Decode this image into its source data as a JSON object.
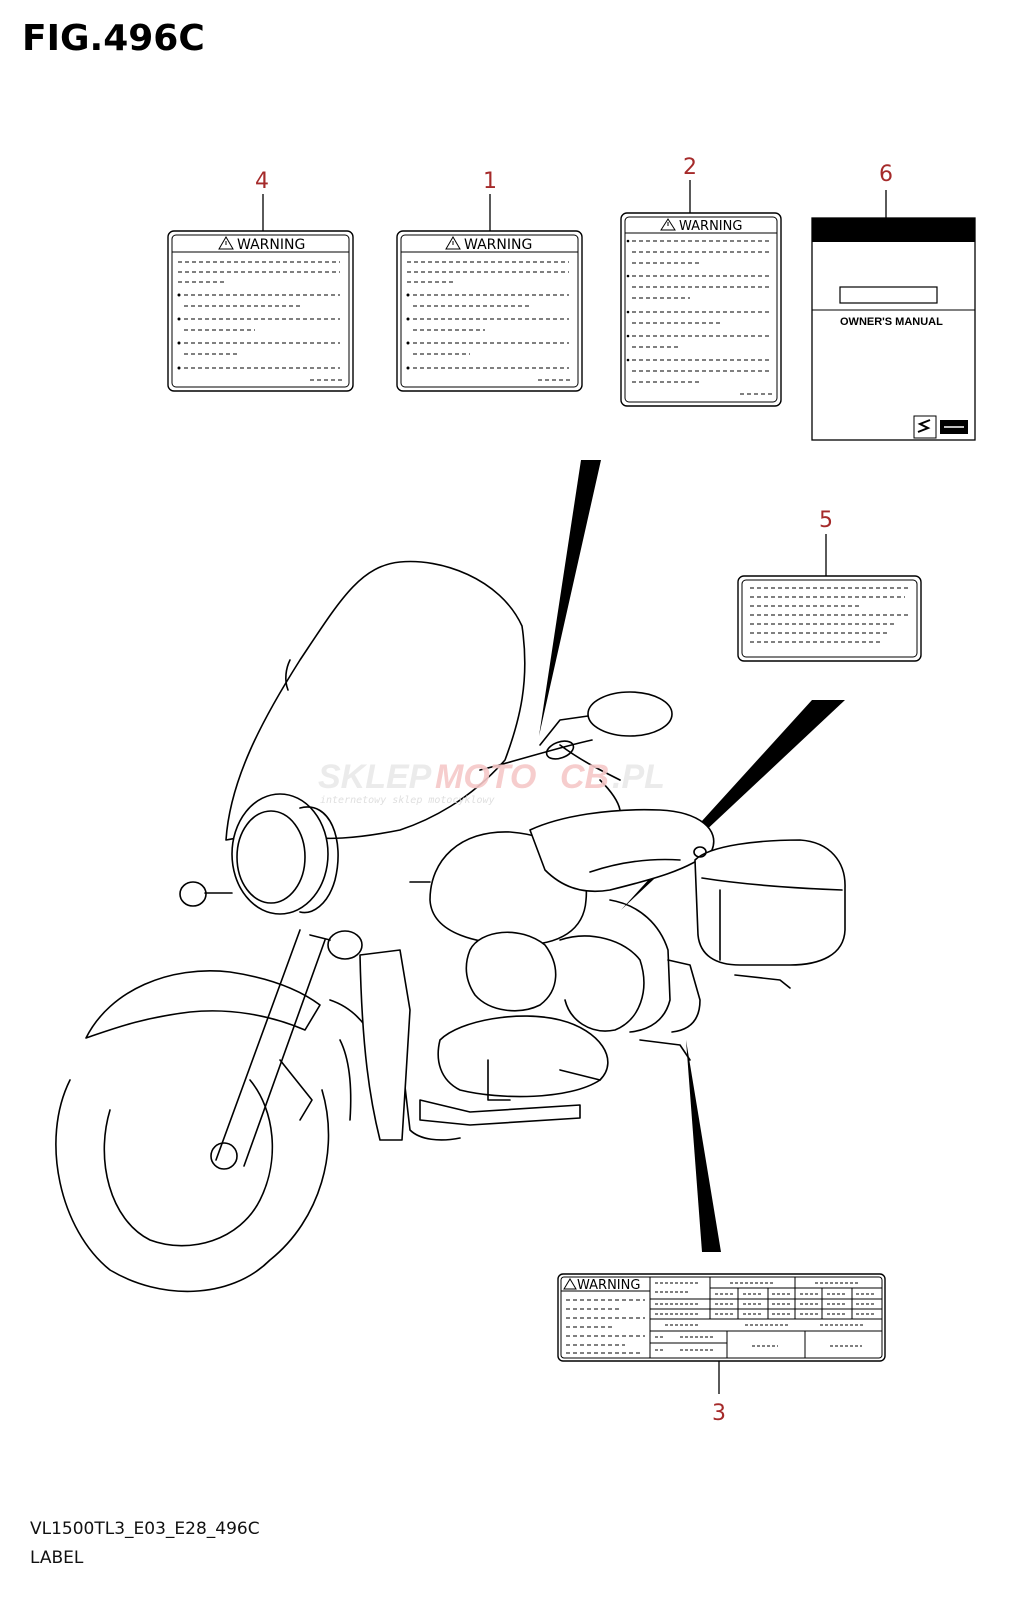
{
  "figure": {
    "title": "FIG.496C",
    "diagram_code": "VL1500TL3_E03_E28_496C",
    "section_label": "LABEL"
  },
  "callouts": [
    {
      "number": "4",
      "item": "warning label (left)"
    },
    {
      "number": "1",
      "item": "warning label"
    },
    {
      "number": "2",
      "item": "warning label"
    },
    {
      "number": "6",
      "item": "owner's manual"
    },
    {
      "number": "5",
      "item": "information label"
    },
    {
      "number": "3",
      "item": "tire/load warning label"
    }
  ],
  "labels": {
    "warning_text": "WARNING",
    "manual_title": "OWNER'S MANUAL",
    "manual_brand": "SUZUKI"
  },
  "watermark": {
    "part1": "SKLEP",
    "part2": "MOTO",
    "part3": "CB",
    "part4": ".PL",
    "tagline": "internetowy sklep motocyklowy"
  },
  "colors": {
    "callout_number": "#a52a2a",
    "line": "#000000",
    "watermark_gray": "#e9e9e9",
    "watermark_red": "#f6c8c8"
  }
}
